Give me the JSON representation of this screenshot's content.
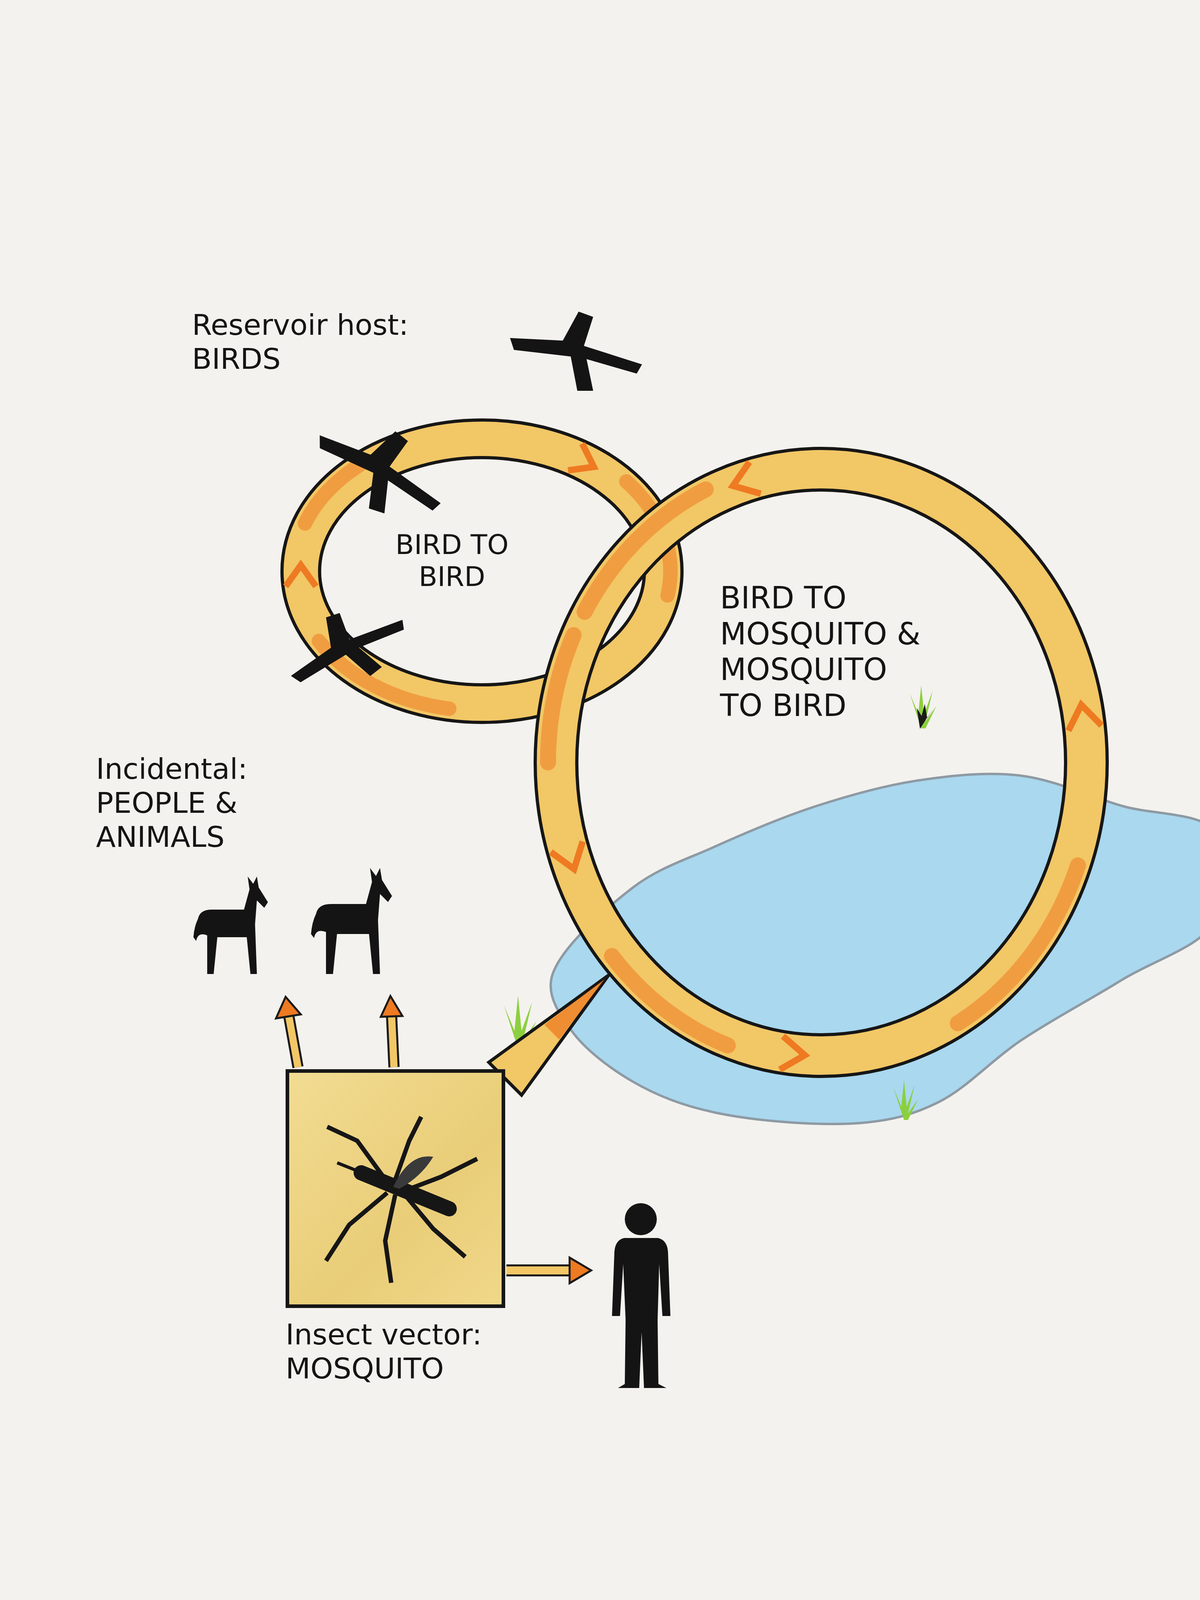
{
  "diagram": {
    "nodes": [
      {
        "text": [
          "BIRD TO BIRD"
        ]
      },
      {
        "text": [
          "BIRD TO MOSQUITO & MOSQUITO TO BIRD"
        ]
      },
      {
        "text": [
          "Insect vector: MOSQUITO"
        ]
      }
    ],
    "edges": [
      {
        "from": 2,
        "to": 1,
        "arrow": "to"
      }
    ],
    "labels": [
      "Reservoir host: BIRDS",
      "Incidental: PEOPLE & ANIMALS"
    ]
  }
}
